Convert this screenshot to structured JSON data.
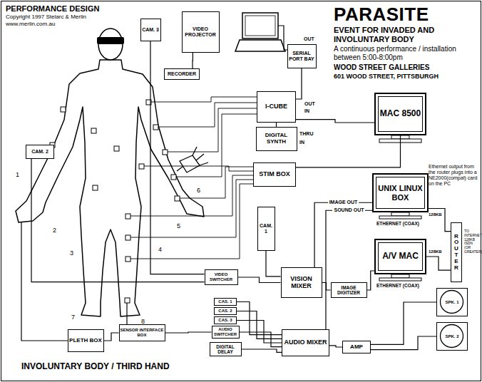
{
  "diagram": {
    "title": "PARASITE",
    "caption": "INVOLUNTARY BODY / THIRD HAND",
    "nodes": [
      {
        "text": [
          "CAM. 3"
        ]
      },
      {
        "text": [
          "VIDEO PROJECTOR"
        ]
      },
      {
        "text": [
          "RECORDER"
        ]
      },
      {
        "text": [
          "SERIAL PORT BAY"
        ]
      },
      {
        "text": [
          "I-CUBE"
        ]
      },
      {
        "text": [
          "DIGITAL SYNTH"
        ]
      },
      {
        "text": [
          "MAC 8500"
        ]
      },
      {
        "text": [
          "CAM. 2"
        ]
      },
      {
        "text": [
          "STIM BOX"
        ]
      },
      {
        "text": [
          "UNIX LINUX BOX"
        ]
      },
      {
        "text": [
          "CAM. 1"
        ]
      },
      {
        "text": [
          "A/V MAC"
        ]
      },
      {
        "text": [
          "ROUTER"
        ]
      },
      {
        "text": [
          "VIDEO SWITCHER"
        ]
      },
      {
        "text": [
          "VISION MIXER"
        ]
      },
      {
        "text": [
          "IMAGE DIGITIZER"
        ]
      },
      {
        "text": [
          "CAS. 1"
        ]
      },
      {
        "text": [
          "CAS. 2"
        ]
      },
      {
        "text": [
          "CAS. 3"
        ]
      },
      {
        "text": [
          "AUDIO SWITCHER"
        ]
      },
      {
        "text": [
          "SPK. 1"
        ]
      },
      {
        "text": [
          "PLETH BOX"
        ]
      },
      {
        "text": [
          "SENSOR INTERFACE BOX"
        ]
      },
      {
        "text": [
          "DIGITAL DELAY"
        ]
      },
      {
        "text": [
          "AUDIO MIXER"
        ]
      },
      {
        "text": [
          "AMP"
        ]
      },
      {
        "text": [
          "SPK. 2"
        ]
      }
    ],
    "edges": [
      {
        "from": 1,
        "to": 2,
        "arrow": "none"
      },
      {
        "from": 3,
        "to": 4,
        "arrow": "none"
      },
      {
        "from": 4,
        "to": 5,
        "arrow": "none"
      },
      {
        "from": 4,
        "to": 6,
        "arrow": "none"
      },
      {
        "from": 8,
        "to": 6,
        "arrow": "none"
      },
      {
        "from": 9,
        "to": 12,
        "arrow": "none"
      },
      {
        "from": 11,
        "to": 12,
        "arrow": "none"
      },
      {
        "from": 10,
        "to": 14,
        "arrow": "none"
      },
      {
        "from": 7,
        "to": 13,
        "arrow": "none"
      },
      {
        "from": 0,
        "to": 13,
        "arrow": "none"
      },
      {
        "from": 13,
        "to": 14,
        "arrow": "none"
      },
      {
        "from": 14,
        "to": 15,
        "arrow": "none"
      },
      {
        "from": 15,
        "to": 11,
        "arrow": "none"
      },
      {
        "from": 9,
        "to": 14,
        "label": "IMAGE OUT",
        "arrow": "none"
      },
      {
        "from": 9,
        "to": 24,
        "label": "SOUND OUT",
        "arrow": "none"
      },
      {
        "from": 16,
        "to": 24,
        "arrow": "none"
      },
      {
        "from": 17,
        "to": 24,
        "arrow": "none"
      },
      {
        "from": 18,
        "to": 24,
        "arrow": "none"
      },
      {
        "from": 19,
        "to": 24,
        "arrow": "none"
      },
      {
        "from": 23,
        "to": 24,
        "arrow": "none"
      },
      {
        "from": 22,
        "to": 19,
        "arrow": "none"
      },
      {
        "from": 21,
        "to": 22,
        "arrow": "none"
      },
      {
        "from": 24,
        "to": 25,
        "arrow": "none"
      },
      {
        "from": 25,
        "to": 20,
        "arrow": "none"
      },
      {
        "from": 25,
        "to": 26,
        "arrow": "none"
      }
    ],
    "labels": [
      "PERFORMANCE DESIGN",
      "Copyright 1997 Stelarc & Merlin",
      "www.merlin.com.au",
      "EVENT FOR INVADED AND INVOLUNTARY BODY",
      "A continuous performance / installation between 5:00-8:00pm",
      "WOOD STREET GALLERIES",
      "601 WOOD STREET, PITTSBURGH",
      "OUT",
      "OUT",
      "IN",
      "THRU",
      "IN",
      "Ethernet output from the router plugs into a NE2000(compat) card on the PC",
      "ETHERNET (COAX)",
      "128KB",
      "ETHERNET (COAX)",
      "128KB",
      "TO INTERNET 128KB ISDN (OR GREATER)",
      "1",
      "2",
      "3",
      "4",
      "5",
      "6",
      "7",
      "8"
    ]
  }
}
